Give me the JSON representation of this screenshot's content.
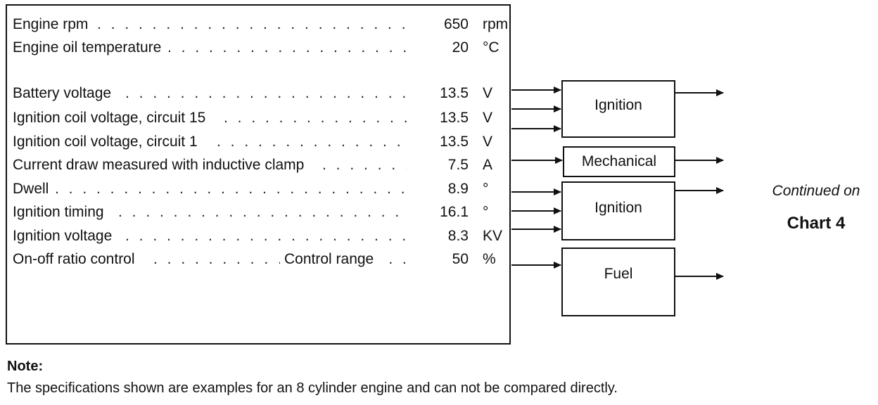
{
  "readings": [
    {
      "label": "Engine rpm",
      "value": "650",
      "unit": "rpm"
    },
    {
      "label": "Engine oil temperature",
      "value": "20",
      "unit": "°C"
    },
    {
      "label": "Battery voltage",
      "value": "13.5",
      "unit": "V"
    },
    {
      "label": "Ignition coil voltage, circuit 15",
      "value": "13.5",
      "unit": "V"
    },
    {
      "label": "Ignition coil voltage, circuit 1",
      "value": "13.5",
      "unit": "V"
    },
    {
      "label": "Current draw measured with inductive clamp",
      "value": "7.5",
      "unit": "A"
    },
    {
      "label": "Dwell",
      "value": "8.9",
      "unit": "°"
    },
    {
      "label": "Ignition timing",
      "value": "16.1",
      "unit": "°"
    },
    {
      "label": "Ignition voltage",
      "value": "8.3",
      "unit": "KV"
    },
    {
      "label": "On-off ratio control",
      "sublabel": "Control range",
      "value": "50",
      "unit": "%"
    }
  ],
  "boxes": {
    "ignition_1": "Ignition",
    "mechanical": "Mechanical",
    "ignition_2": "Ignition",
    "fuel": "Fuel"
  },
  "continued": {
    "line1": "Continued on",
    "line2": "Chart 4"
  },
  "note": {
    "title": "Note:",
    "text": "The specifications shown are examples for an 8 cylinder engine and can not be compared directly."
  }
}
